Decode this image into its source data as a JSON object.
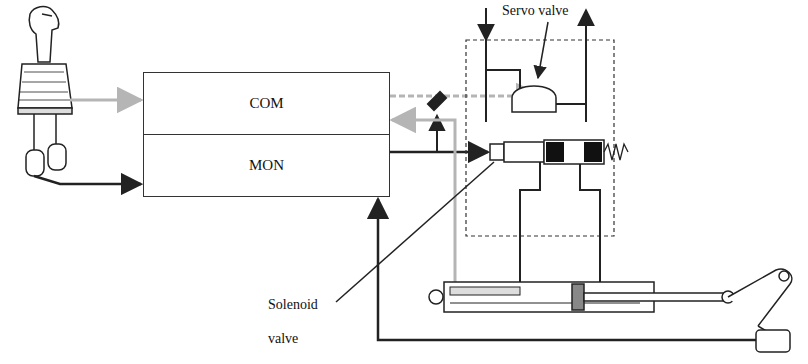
{
  "diagram": {
    "nodes": [
      {
        "text": [
          "COM"
        ]
      },
      {
        "text": [
          "MON"
        ]
      }
    ],
    "labels": [
      "Servo valve",
      "Solenoid valve"
    ]
  }
}
